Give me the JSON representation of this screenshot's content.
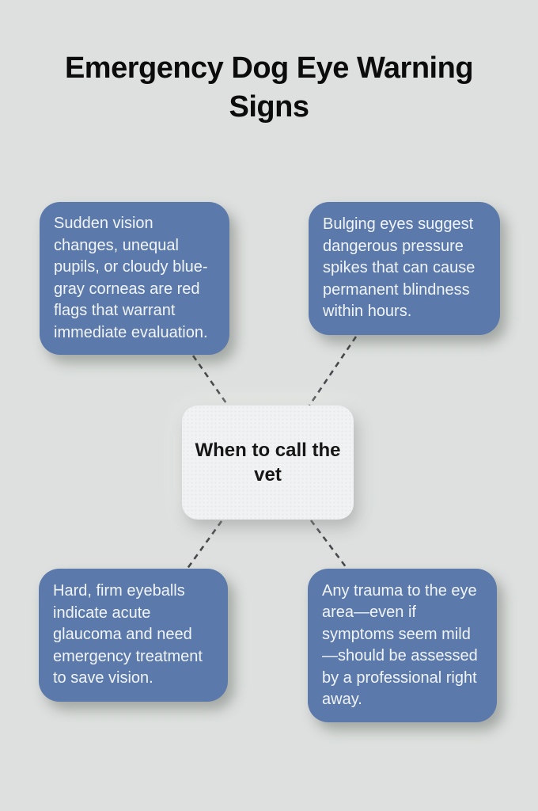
{
  "title": "Emergency Dog Eye Warning\nSigns",
  "center_node": {
    "label": "When to call the\nvet"
  },
  "warning_nodes": [
    {
      "position": "top-left",
      "text": "Sudden vision\nchanges, unequal\npupils, or cloudy blue-\ngray corneas are red\nflags that warrant\nimmediate evaluation."
    },
    {
      "position": "top-right",
      "text": "Bulging eyes suggest\ndangerous pressure\nspikes that can cause\npermanent blindness\nwithin hours."
    },
    {
      "position": "bottom-left",
      "text": "Hard, firm eyeballs\nindicate acute\nglaucoma and need\nemergency treatment\nto save vision."
    },
    {
      "position": "bottom-right",
      "text": "Any trauma to the eye\narea—even if\nsymptoms seem mild\n—should be assessed\nby a professional right\naway."
    }
  ],
  "colors": {
    "background": "#dde0de",
    "node-fill": "#5b7aab",
    "node-text": "#f1f4f8",
    "center-fill": "#f1f2f4",
    "center-text": "#161616",
    "title": "#0c0c0c",
    "connector": "#46494b"
  }
}
